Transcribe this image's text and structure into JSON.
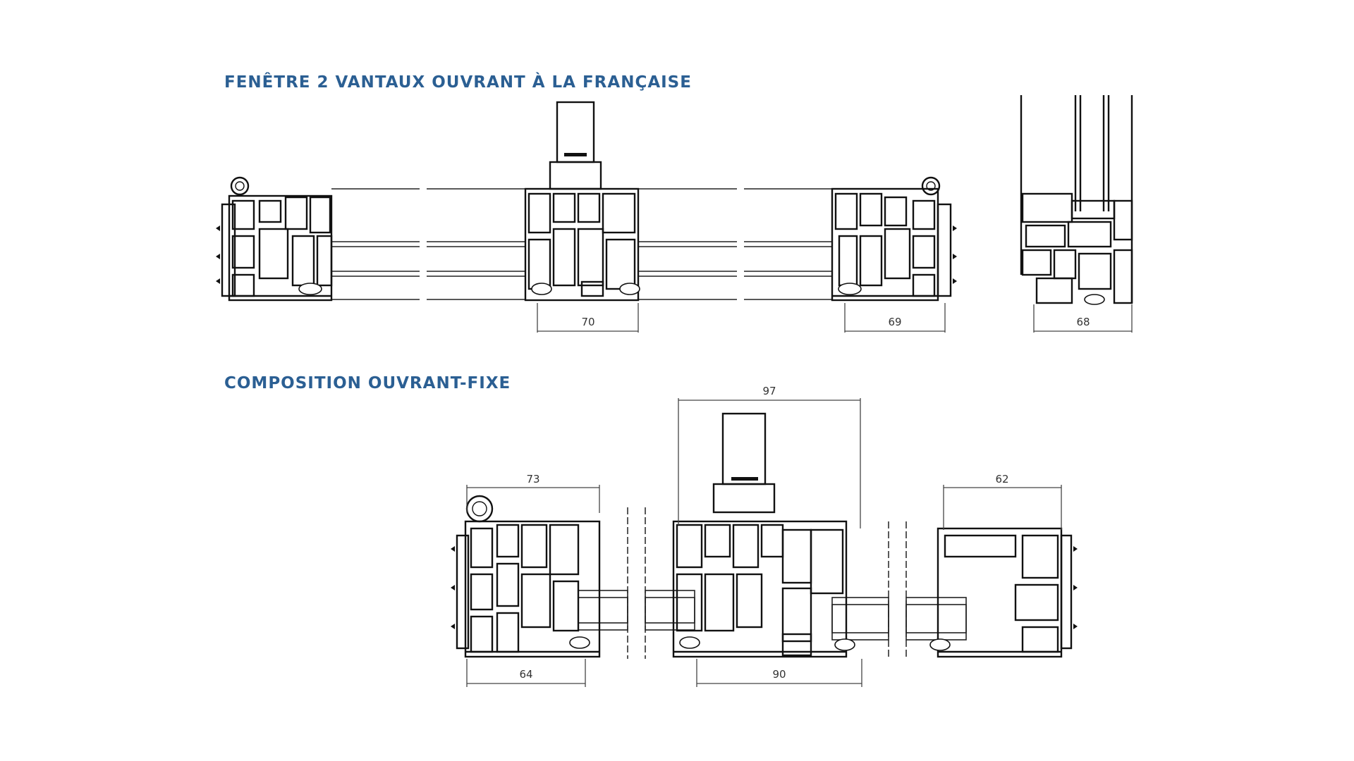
{
  "sections": {
    "top_title": "FENÊTRE 2 VANTAUX OUVRANT À LA FRANÇAISE",
    "bottom_title": "COMPOSITION OUVRANT-FIXE"
  },
  "dimensions": {
    "top_center": "70",
    "top_right": "69",
    "side_section": "68",
    "bottom_left_top": "73",
    "bottom_left_bottom": "64",
    "bottom_center_top": "97",
    "bottom_center_bottom": "90",
    "bottom_right_top": "62"
  },
  "colors": {
    "title": "#2b5f93",
    "linework": "#111111"
  }
}
